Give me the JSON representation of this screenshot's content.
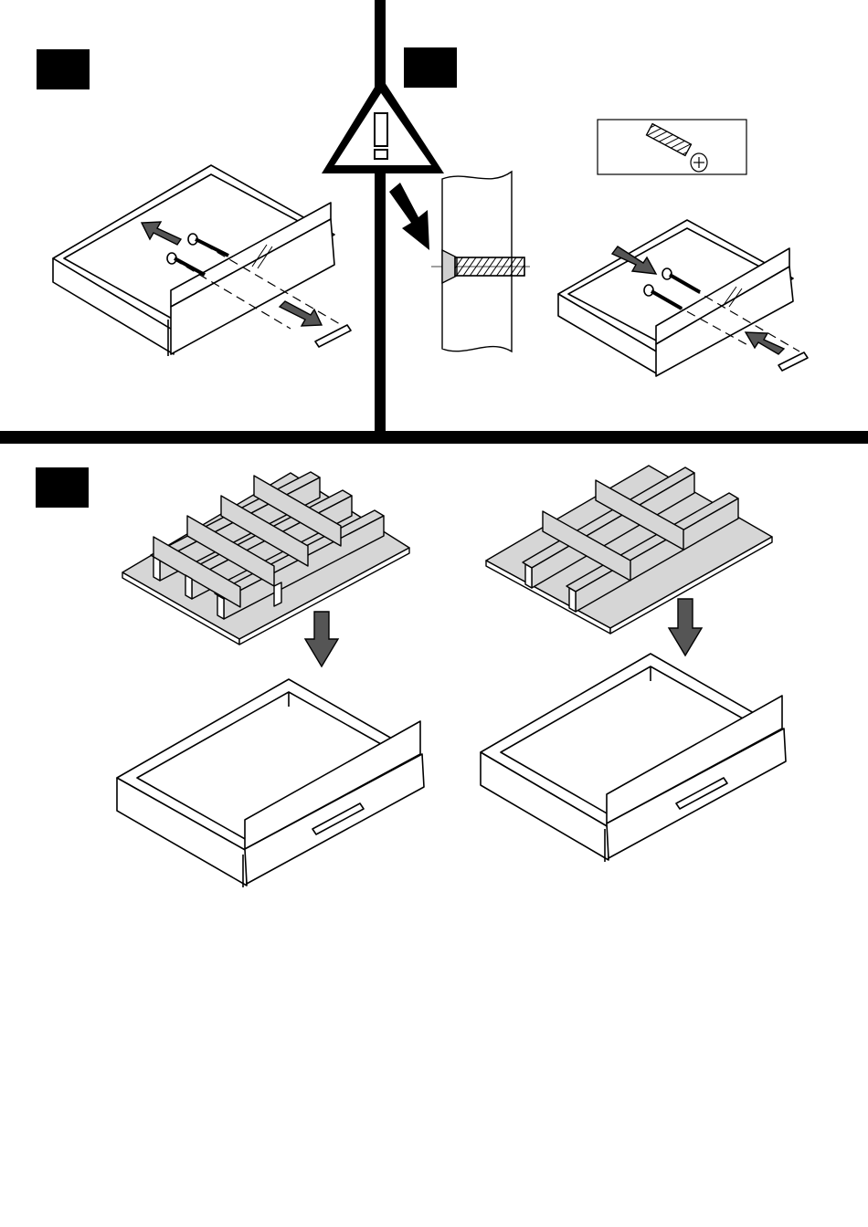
{
  "document": {
    "type": "assembly-instructions-page",
    "text_content": [],
    "colors": {
      "ink": "#000000",
      "paper": "#ffffff",
      "panel_fill": "#d6d6d6",
      "arrow_fill": "#555555"
    }
  },
  "steps": [
    {
      "id": "step-1",
      "label": ""
    },
    {
      "id": "step-2",
      "label": ""
    },
    {
      "id": "step-3",
      "label": ""
    }
  ],
  "icons": {
    "warning": "warning-triangle-icon",
    "screw": "screw-icon",
    "arrow": "direction-arrow-icon"
  }
}
